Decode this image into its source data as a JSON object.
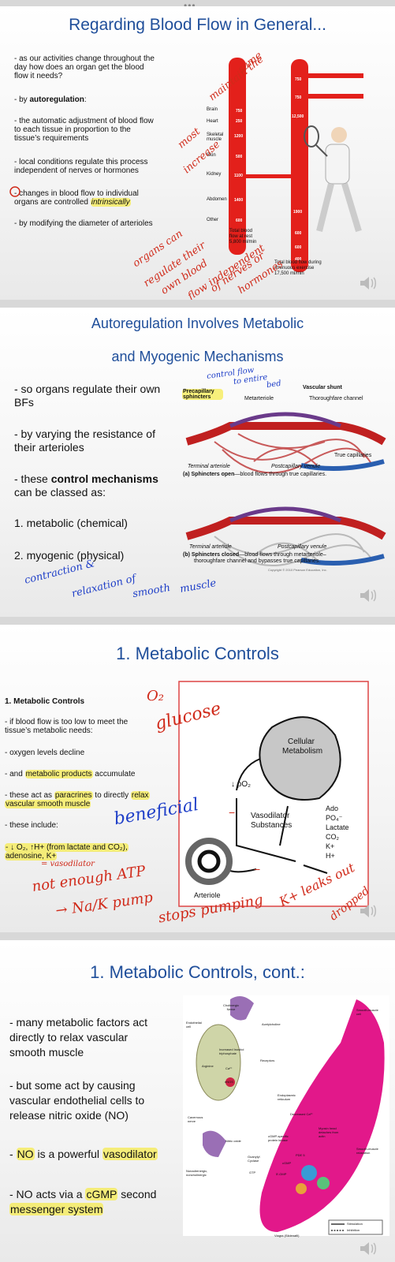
{
  "slide1": {
    "title": "Regarding Blood Flow in General...",
    "bullets": [
      "- as our activities change throughout the",
      "day how does an organ get the blood",
      "flow it needs?",
      "- by ",
      "autoregulation",
      ":",
      "- the automatic adjustment of blood flow",
      "to each tissue in proportion to the",
      "tissue’s requirements",
      "- local conditions regulate this process",
      "independent of nerves or hormones",
      "- changes in blood flow to individual",
      "organs are controlled ",
      "intrinsically",
      "- by modifying the diameter of arterioles"
    ],
    "organs": [
      "Brain",
      "Heart",
      "Skeletal muscle",
      "Skin",
      "Kidney",
      "Abdomen",
      "Other"
    ],
    "rest_values": [
      "750",
      "250",
      "1200",
      "500",
      "1100",
      "1400",
      "600"
    ],
    "exercise_values": [
      "750",
      "750",
      "12,500",
      "1900",
      "600",
      "600",
      "400"
    ],
    "rest_total": [
      "Total blood",
      "flow at rest",
      "5,800 ml/min"
    ],
    "exercise_total": [
      "Total blood flow during",
      "strenuous exercise",
      "17,500 ml/min"
    ],
    "handwriting": [
      "maintain the",
      "same",
      "most",
      "increase",
      "organs can",
      "regulate their",
      "own blood",
      "flow independent",
      "of nerves or",
      "hormones"
    ]
  },
  "slide2": {
    "title_line1": "Autoregulation Involves Metabolic",
    "title_line2": "and Myogenic Mechanisms",
    "bullets": [
      "- so organs regulate their own",
      "BFs",
      "- by varying the resistance of",
      "their arterioles",
      "- these ",
      "control mechanisms",
      "can be classed as:",
      "1. metabolic (chemical)",
      "2. myogenic (physical)"
    ],
    "figure_labels": {
      "precapillary": "Precapillary sphincters",
      "vascular_shunt": "Vascular shunt",
      "metarteriole": "Metarteriole",
      "thoroughfare": "Thoroughfare channel",
      "true_capillaries": "True capillaries",
      "terminal_a": "Terminal arteriole",
      "postcap_a": "Postcapillary venule",
      "caption_a_bold": "(a) Sphincters open",
      "caption_a": "—blood flows through true capillaries.",
      "terminal_b": "Terminal arteriole",
      "postcap_b": "Postcapillary venule",
      "caption_b_bold": "(b) Sphincters closed",
      "caption_b": "—blood flows through metarteriole–",
      "caption_b2": "thoroughfare channel and bypasses true capillaries.",
      "copyright": "Copyright © 2010 Pearson Education, Inc."
    },
    "handwriting": [
      "control flow",
      "to entire",
      "bed",
      "contraction &",
      "relaxation of",
      "smooth",
      "muscle"
    ]
  },
  "slide3": {
    "title": "1. Metabolic Controls",
    "heading": "1. Metabolic Controls",
    "bullets": [
      "- if blood flow is too low to meet the",
      "tissue’s metabolic needs:",
      "- oxygen levels decline",
      "- and ",
      "metabolic products",
      " accumulate",
      "- these act as ",
      "paracrines",
      " to directly ",
      "relax",
      "vascular smooth muscle",
      "- these include:",
      "- ↓ O₂, ↑H+ (from lactate and CO₂),",
      "adenosine, K+"
    ],
    "diagram": {
      "cellular": "Cellular",
      "metabolism": "Metabolism",
      "po2": "↓ pO₂",
      "vaso1": "Vasodilator",
      "vaso2": "Substances",
      "arteriole": "Arteriole",
      "minus1": "−",
      "minus2": "−",
      "substances": [
        "Ado",
        "PO₄⁻",
        "Lactate",
        "CO₂",
        "K+",
        "H+"
      ]
    },
    "handwriting": [
      "O₂",
      "glucose",
      "beneficial",
      "= vasodilator",
      "not enough ATP",
      "→ Na/K pump",
      "stops pumping",
      "K+ leaks out",
      "dropped"
    ]
  },
  "slide4": {
    "title": "1. Metabolic Controls, cont.:",
    "bullets": [
      "- many metabolic factors act",
      "directly to relax vascular",
      "smooth muscle",
      "- but some act by causing",
      "vascular endothelial cells to",
      "release nitric oxide (NO)",
      "- ",
      "NO",
      " is a powerful ",
      "vasodilator",
      "- NO acts via a ",
      "cGMP",
      " second",
      "messenger system"
    ],
    "figure_labels": [
      "Cholinergic Nerve",
      "Endothelial cell",
      "Acetylcholine",
      "Increased Inositol triphosphate",
      "Receptors",
      "Arginine",
      "Ca²⁺",
      "eNOS",
      "Endoplasmic reticulum",
      "Decreased Ca²⁺",
      "Cavernous nerve",
      "Nitric oxide",
      "cGMP-specific protein kinase",
      "Myosin head detaches from actin",
      "Smooth-muscle cell",
      "Guanylyl Cyclase",
      "GTP",
      "cGMP",
      "5′-GMP",
      "PDE 5",
      "Smooth-muscle relaxation",
      "Nonadrenergic, noncholinergic",
      "Stimulation",
      "Inhibition",
      "Viagra (Sildenafil)"
    ]
  },
  "colors": {
    "title_blue": "#1f4e9a",
    "highlight": "#f5eb50",
    "ink_red": "#d02a1a",
    "ink_blue": "#1f3fc8",
    "vessel_red": "#e3201b"
  }
}
